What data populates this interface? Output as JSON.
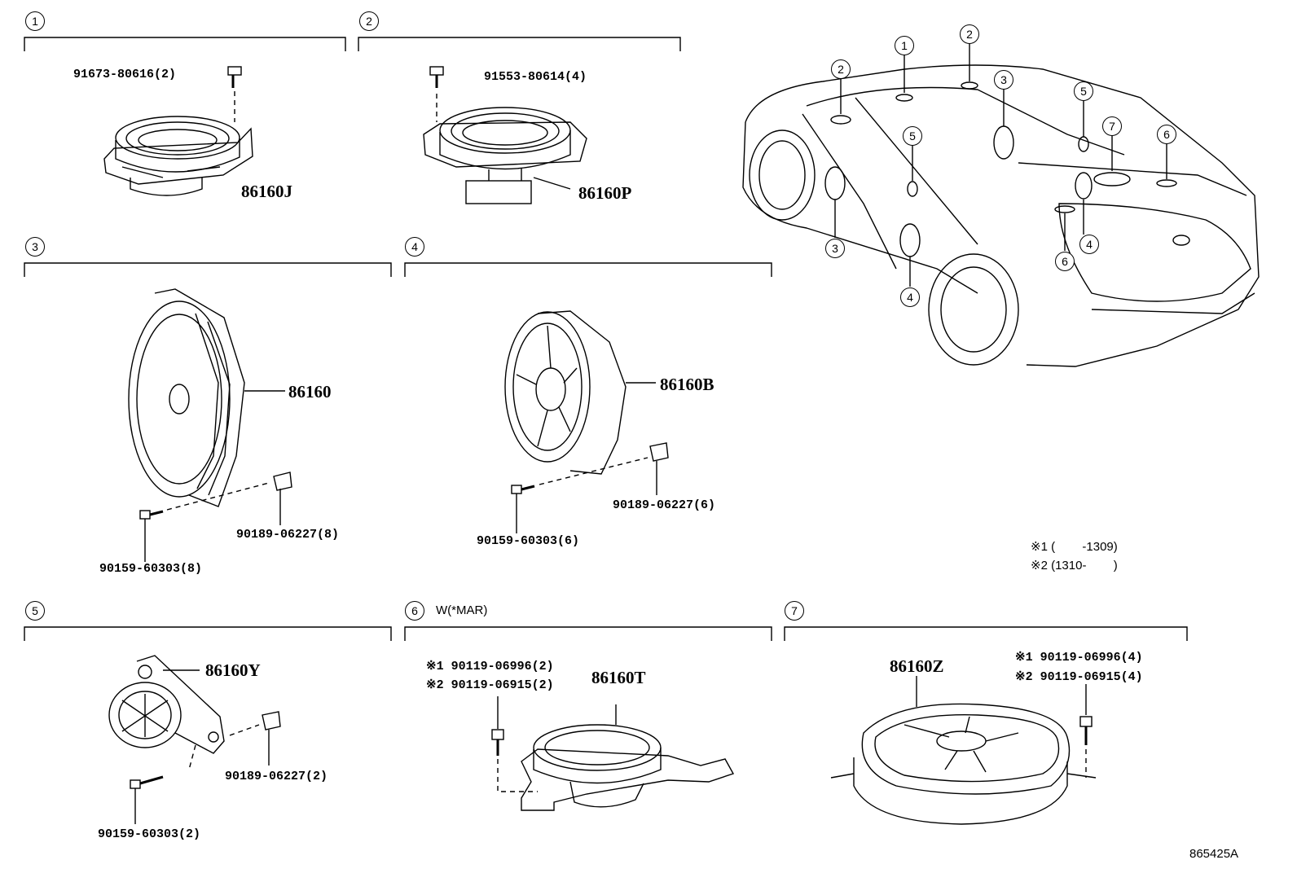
{
  "sections": [
    {
      "index": "1",
      "main_part": "86160J",
      "parts": [
        "91673-80616(2)"
      ]
    },
    {
      "index": "2",
      "main_part": "86160P",
      "parts": [
        "91553-80614(4)"
      ]
    },
    {
      "index": "3",
      "main_part": "86160",
      "parts": [
        "90189-06227(8)",
        "90159-60303(8)"
      ]
    },
    {
      "index": "4",
      "main_part": "86160B",
      "parts": [
        "90189-06227(6)",
        "90159-60303(6)"
      ]
    },
    {
      "index": "5",
      "main_part": "86160Y",
      "parts": [
        "90189-06227(2)",
        "90159-60303(2)"
      ]
    },
    {
      "index": "6",
      "condition": "W(*MAR)",
      "main_part": "86160T",
      "parts": [
        "※1 90119-06996(2)",
        "※2 90119-06915(2)"
      ]
    },
    {
      "index": "7",
      "main_part": "86160Z",
      "parts": [
        "※1 90119-06996(4)",
        "※2 90119-06915(4)"
      ]
    }
  ],
  "car_callouts": [
    "2",
    "1",
    "2",
    "3",
    "5",
    "5",
    "7",
    "6",
    "3",
    "4",
    "6",
    "4"
  ],
  "notes": [
    "※1 (        -1309)",
    "※2 (1310-        )"
  ],
  "figure_id": "865425A"
}
